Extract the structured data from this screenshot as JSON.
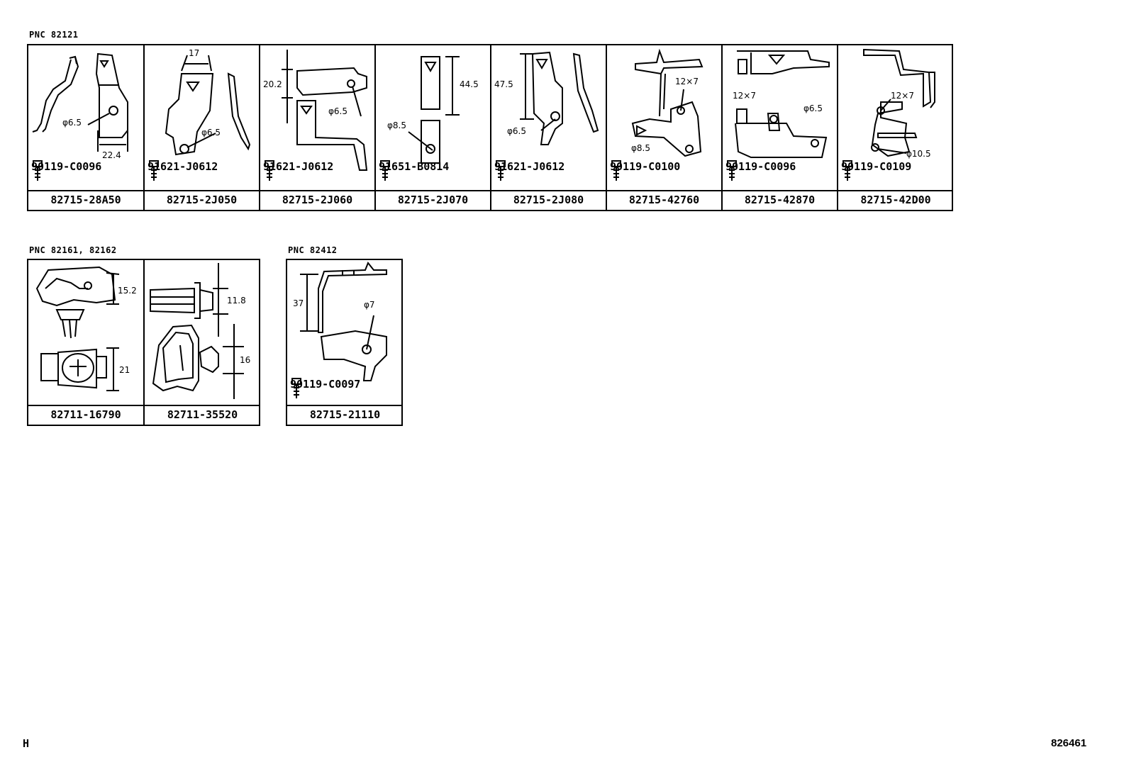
{
  "groups": [
    {
      "pnc_label": "PNC 82121",
      "cells": [
        {
          "part_no": "82715-28A50",
          "bolt": "90119-C0096",
          "dims": [
            "φ6.5",
            "22.4"
          ]
        },
        {
          "part_no": "82715-2J050",
          "bolt": "91621-J0612",
          "dims": [
            "17",
            "φ6.5"
          ]
        },
        {
          "part_no": "82715-2J060",
          "bolt": "91621-J0612",
          "dims": [
            "20.2",
            "φ6.5"
          ]
        },
        {
          "part_no": "82715-2J070",
          "bolt": "91651-B0814",
          "dims": [
            "44.5",
            "φ8.5"
          ]
        },
        {
          "part_no": "82715-2J080",
          "bolt": "91621-J0612",
          "dims": [
            "47.5",
            "φ6.5"
          ]
        },
        {
          "part_no": "82715-42760",
          "bolt": "90119-C0100",
          "dims": [
            "12×7",
            "φ8.5"
          ]
        },
        {
          "part_no": "82715-42870",
          "bolt": "90119-C0096",
          "dims": [
            "12×7",
            "φ6.5"
          ]
        },
        {
          "part_no": "82715-42D00",
          "bolt": "90119-C0109",
          "dims": [
            "12×7",
            "φ10.5"
          ]
        }
      ]
    },
    {
      "pnc_label": "PNC 82161, 82162",
      "cells": [
        {
          "part_no": "82711-16790",
          "dims": [
            "15.2",
            "21"
          ]
        },
        {
          "part_no": "82711-35520",
          "dims": [
            "11.8",
            "16"
          ]
        }
      ]
    },
    {
      "pnc_label": "PNC 82412",
      "cells": [
        {
          "part_no": "82715-21110",
          "bolt": "90119-C0097",
          "dims": [
            "37",
            "φ7"
          ]
        }
      ]
    }
  ],
  "footer": {
    "left_code": "H",
    "right_code": "826461"
  }
}
